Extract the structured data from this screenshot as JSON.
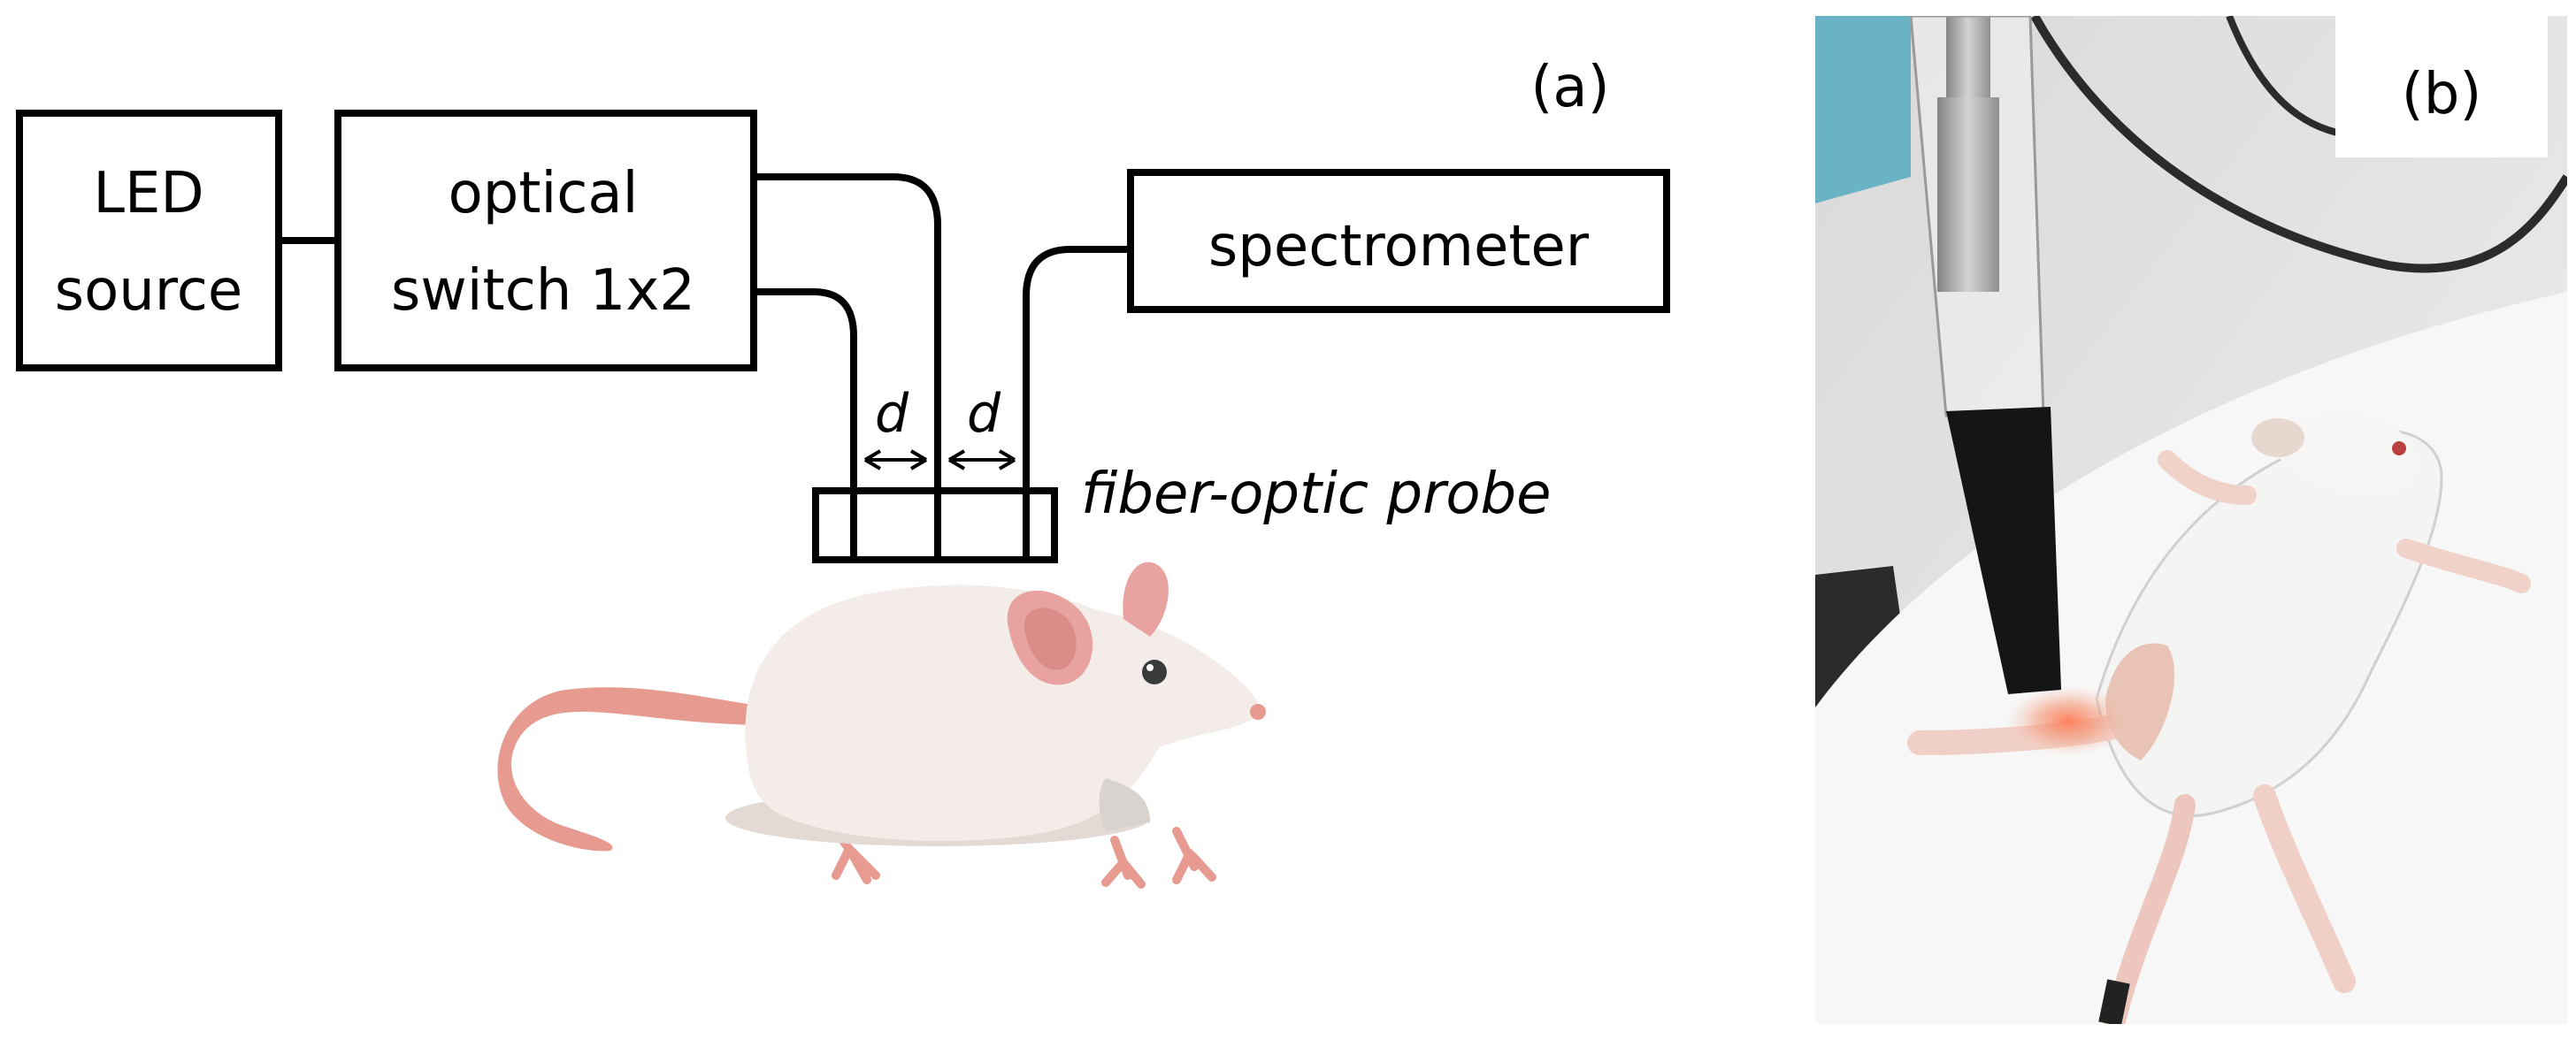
{
  "panel_a": {
    "label": "(a)",
    "led_source": {
      "line1": "LED",
      "line2": "source"
    },
    "optical_switch": {
      "line1": "optical",
      "line2": "switch 1x2"
    },
    "spectrometer": "spectrometer",
    "distance_left": "d",
    "distance_right": "d",
    "probe_label": "fiber-optic probe",
    "subject_icon": "mouse-illustration"
  },
  "panel_b": {
    "label": "(b)",
    "photo_description_icon": "mouse-with-probe-photo"
  },
  "colors": {
    "line": "#000000",
    "mouse_body": "#f3ece8",
    "mouse_shadow": "#e4dad5",
    "mouse_ear": "#e8a3a0",
    "mouse_tail": "#e79a90",
    "photo_background": "#e6e6e6",
    "probe_black": "#151515"
  }
}
